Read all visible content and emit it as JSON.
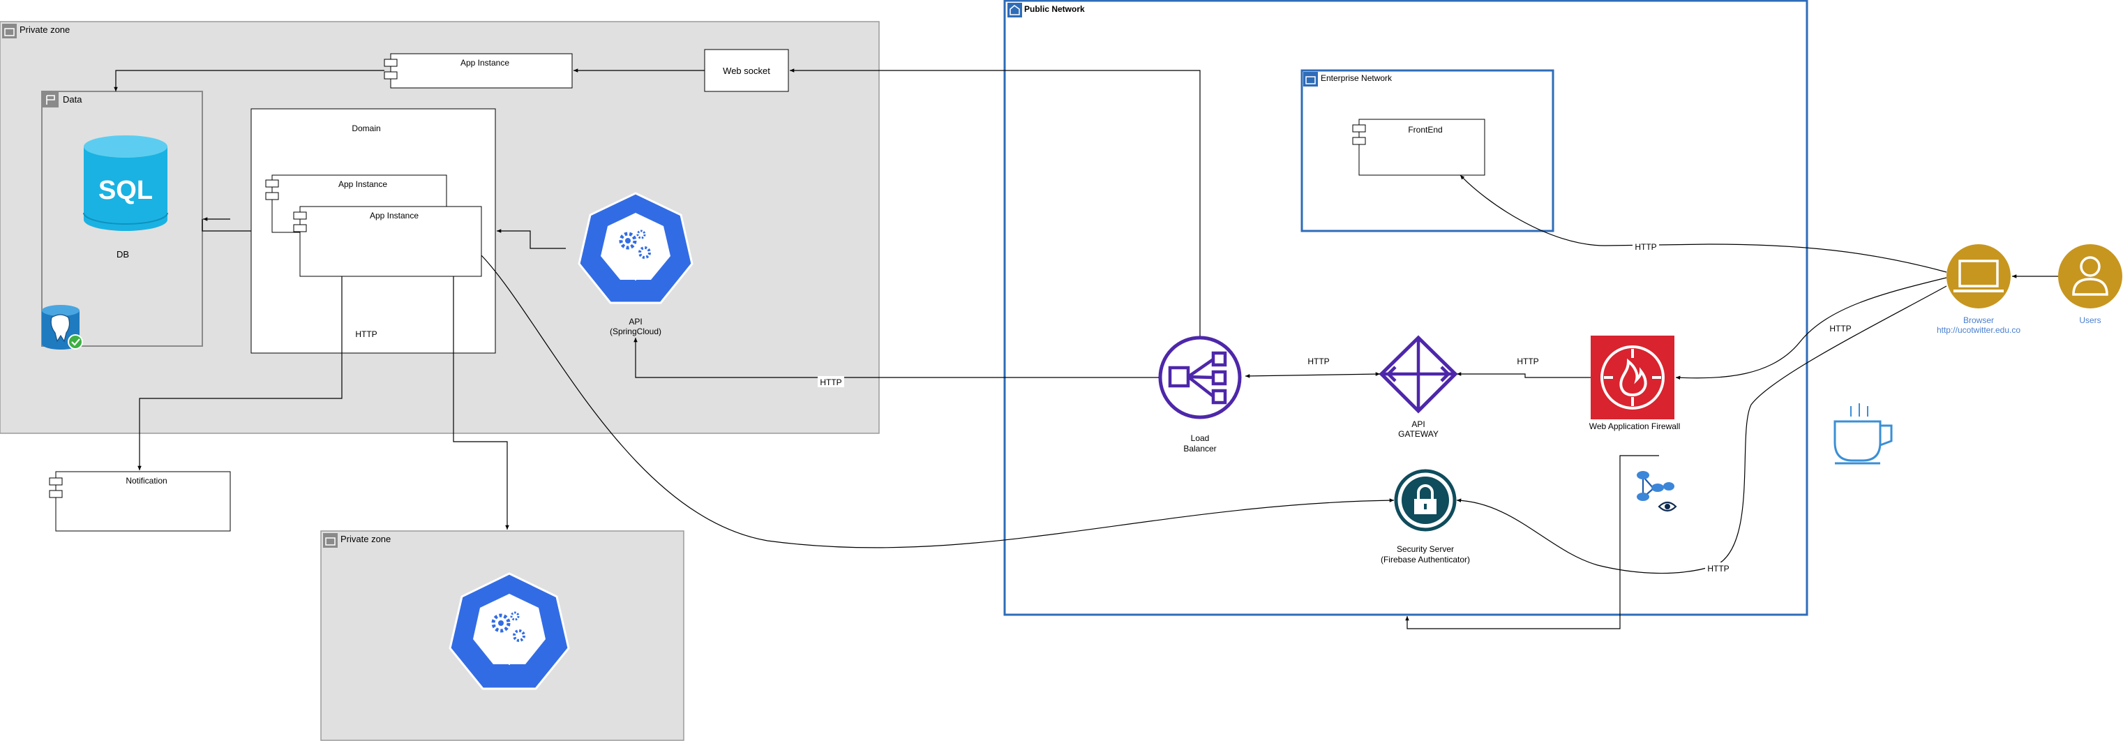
{
  "zones": {
    "private_zone_1": "Private zone",
    "private_zone_2": "Private zone",
    "data": "Data",
    "public_network": "Public Network",
    "enterprise_network": "Enterprise Network",
    "domain": "Domain"
  },
  "components": {
    "app_instance_top": "App Instance",
    "web_socket": "Web socket",
    "app_instance_domain_1": "App Instance",
    "app_instance_domain_2": "App Instance",
    "notification": "Notification",
    "frontend": "FrontEnd"
  },
  "icons": {
    "sql_label": "SQL",
    "db_label": "DB",
    "api_center_glyph": "api",
    "api_center_label_1": "API",
    "api_center_label_2": "(SpringCloud)",
    "api_bottom_glyph": "api",
    "load_balancer_label_1": "Load",
    "load_balancer_label_2": "Balancer",
    "api_gateway_label_1": "API",
    "api_gateway_label_2": "GATEWAY",
    "waf_label": "Web Application Firewall",
    "security_server_label_1": "Security Server",
    "security_server_label_2": "(Firebase Authenticator)",
    "browser_label_1": "Browser",
    "browser_label_2": "http://ucotwitter.edu.co",
    "users_label": "Users"
  },
  "edges": {
    "http_domain": "HTTP",
    "http_lb_api": "HTTP",
    "http_lb_gateway": "HTTP",
    "http_gateway_waf": "HTTP",
    "http_browser_frontend": "HTTP",
    "http_browser_waf": "HTTP",
    "http_browser_security": "HTTP"
  },
  "colors": {
    "zone_fill": "#e0e0e0",
    "zone_border": "#9a9a9a",
    "public_network_border": "#2e6cb8",
    "sql_blue": "#1ab2e2",
    "api_blue": "#326ce5",
    "aws_purple": "#4d27aa",
    "waf_red": "#d9232e",
    "security_teal": "#0f4c5c",
    "browser_gold": "#c7961f",
    "browser_label": "#4a7fd0",
    "cup_blue": "#3a8fd6"
  }
}
